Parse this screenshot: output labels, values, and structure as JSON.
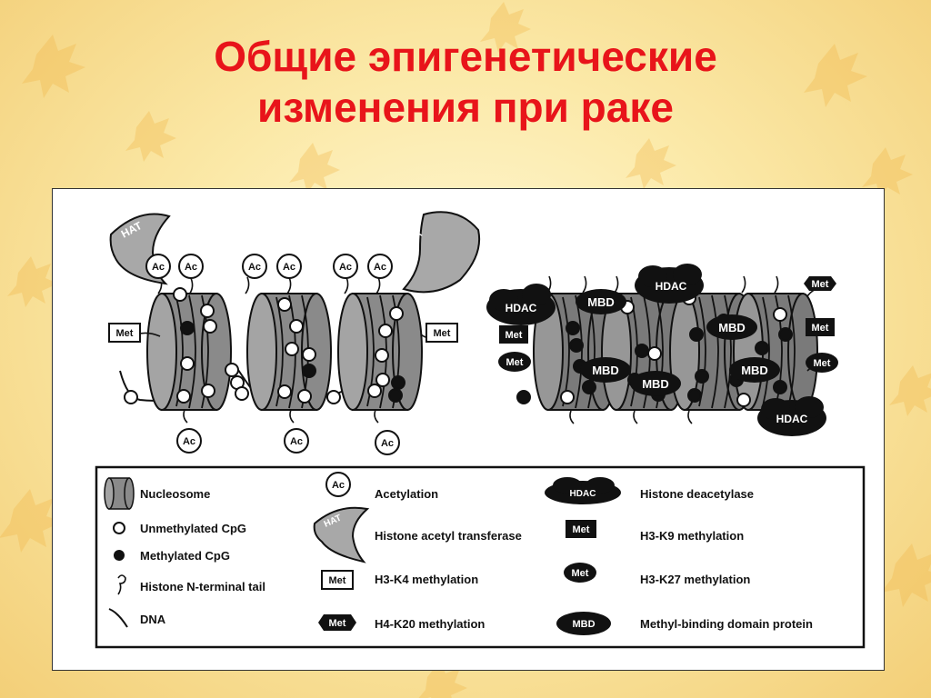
{
  "title_line1": "Общие эпигенетические",
  "title_line2": "изменения при раке",
  "diagram": {
    "hat": "HAT",
    "ac": "Ac",
    "met": "Met",
    "hdac": "HDAC",
    "mbd": "MBD"
  },
  "legend": {
    "nucleosome": "Nucleosome",
    "unmethylated": "Unmethylated CpG",
    "methylated": "Methylated CpG",
    "tail": "Histone N-terminal tail",
    "dna": "DNA",
    "acetylation": "Acetylation",
    "hat": "Histone acetyl transferase",
    "h3k4": "H3-K4 methylation",
    "h4k20": "H4-K20 methylation",
    "hdac": "Histone deacetylase",
    "h3k9": "H3-K9 methylation",
    "h3k27": "H3-K27 methylation",
    "mbd": "Methyl-binding domain protein"
  },
  "colors": {
    "title": "#e8141a",
    "nucleosome": "#8a8a8a",
    "dark": "#111111"
  }
}
